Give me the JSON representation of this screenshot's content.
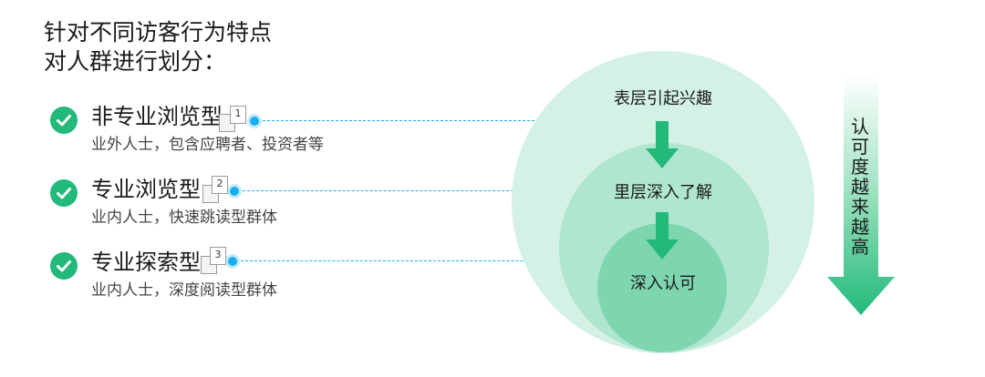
{
  "heading": {
    "line1": "针对不同访客行为特点",
    "line2": "对人群进行划分："
  },
  "items": [
    {
      "title": "非专业浏览型",
      "desc": "业外人士，包含应聘者、投资者等",
      "tag": "1"
    },
    {
      "title": "专业浏览型",
      "desc": "业内人士，快速跳读型群体",
      "tag": "2"
    },
    {
      "title": "专业探索型",
      "desc": "业内人士，深度阅读型群体",
      "tag": "3"
    }
  ],
  "layers": {
    "outer": "表层引起兴趣",
    "middle": "里层深入了解",
    "inner": "深入认可"
  },
  "side_arrow": {
    "chars": [
      "认",
      "可",
      "度",
      "越",
      "来",
      "越",
      "高"
    ]
  },
  "colors": {
    "check": "#22b97a",
    "connector": "#19aef0",
    "outer_circle": "#d3f1e4",
    "middle_circle": "#b0e6cf",
    "inner_circle": "#7ed6b0",
    "arrow": "#22b97a"
  }
}
